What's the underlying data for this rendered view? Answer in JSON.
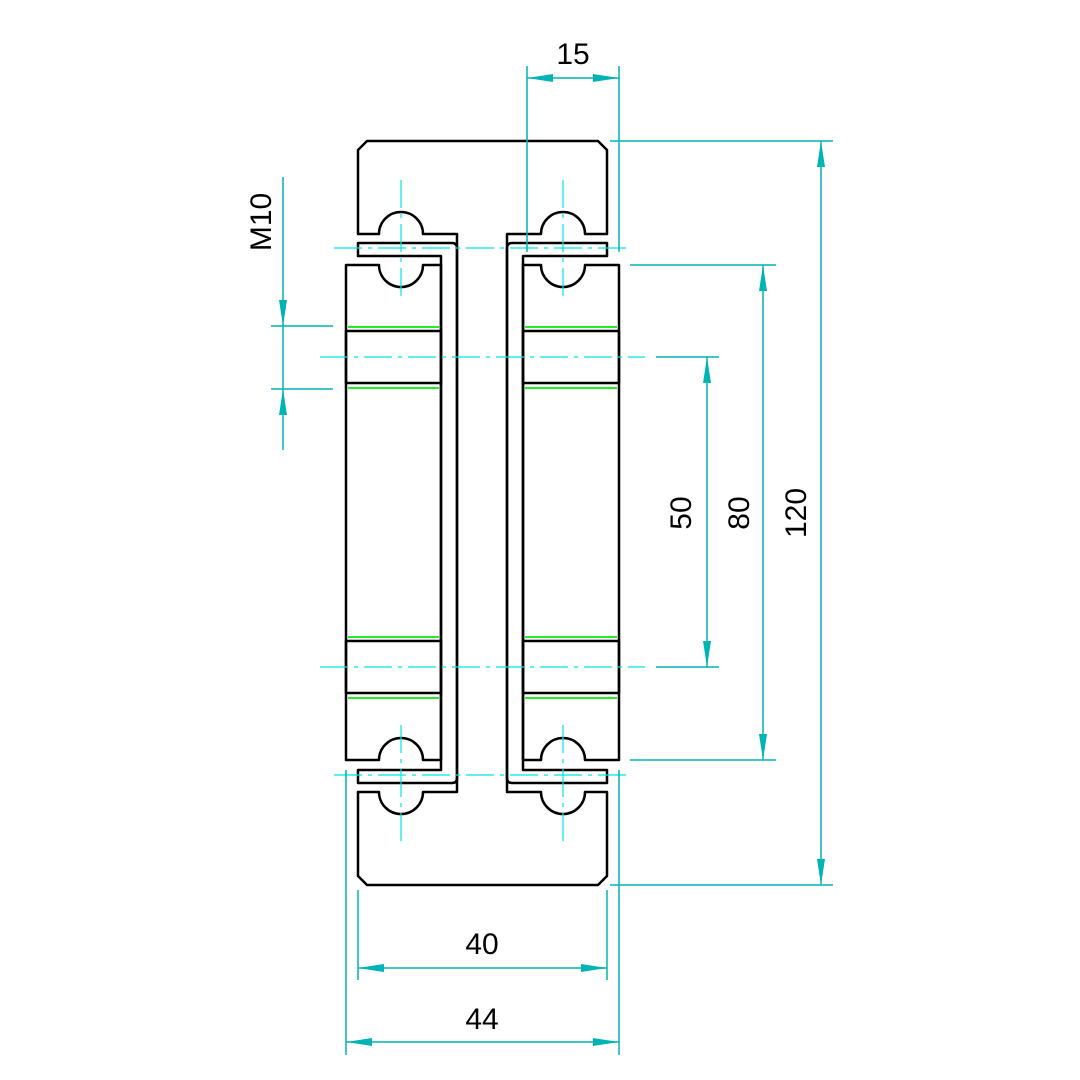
{
  "drawing": {
    "title": "Roller wheel assembly section",
    "colors": {
      "outline": "#000000",
      "hatch": "#ff0000",
      "dimension": "#00b4b4",
      "centerline": "#00e5e5",
      "thread": "#22ee22"
    },
    "dimensions": {
      "top_width": "15",
      "thread": "M10",
      "bore_spacing": "50",
      "wheel_height": "80",
      "total_height": "120",
      "inner_width": "40",
      "total_width": "44"
    }
  }
}
